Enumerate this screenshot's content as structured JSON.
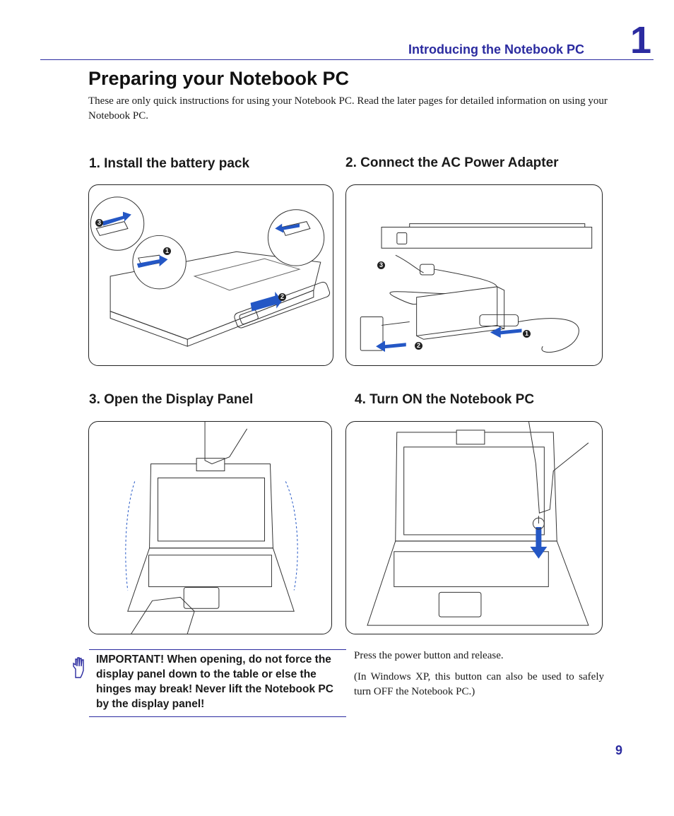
{
  "header": {
    "chapter_title": "Introducing the Notebook PC",
    "chapter_number": "1"
  },
  "page_title": "Preparing your Notebook PC",
  "intro": "These are only quick instructions for using your Notebook PC. Read the later pages for detailed information on using your Notebook PC.",
  "steps": [
    {
      "title": "1. Install the battery pack"
    },
    {
      "title": "2. Connect the AC Power Adapter"
    },
    {
      "title": "3. Open the Display Panel"
    },
    {
      "title": "4. Turn ON the Notebook PC"
    }
  ],
  "callouts": {
    "one": "1",
    "two": "2",
    "three": "3"
  },
  "important": "IMPORTANT!  When opening, do not force the display panel down to the table or else the hinges may break! Never lift the Notebook PC by the display panel!",
  "notes": [
    "Press the power button and release.",
    "(In Windows XP, this button can also be used to safely turn OFF the Notebook PC.)"
  ],
  "page_number": "9",
  "colors": {
    "accent": "#2b2ba0",
    "arrow": "#2457c5"
  },
  "icons": {
    "important": "hand-icon",
    "power": "power-icon"
  }
}
